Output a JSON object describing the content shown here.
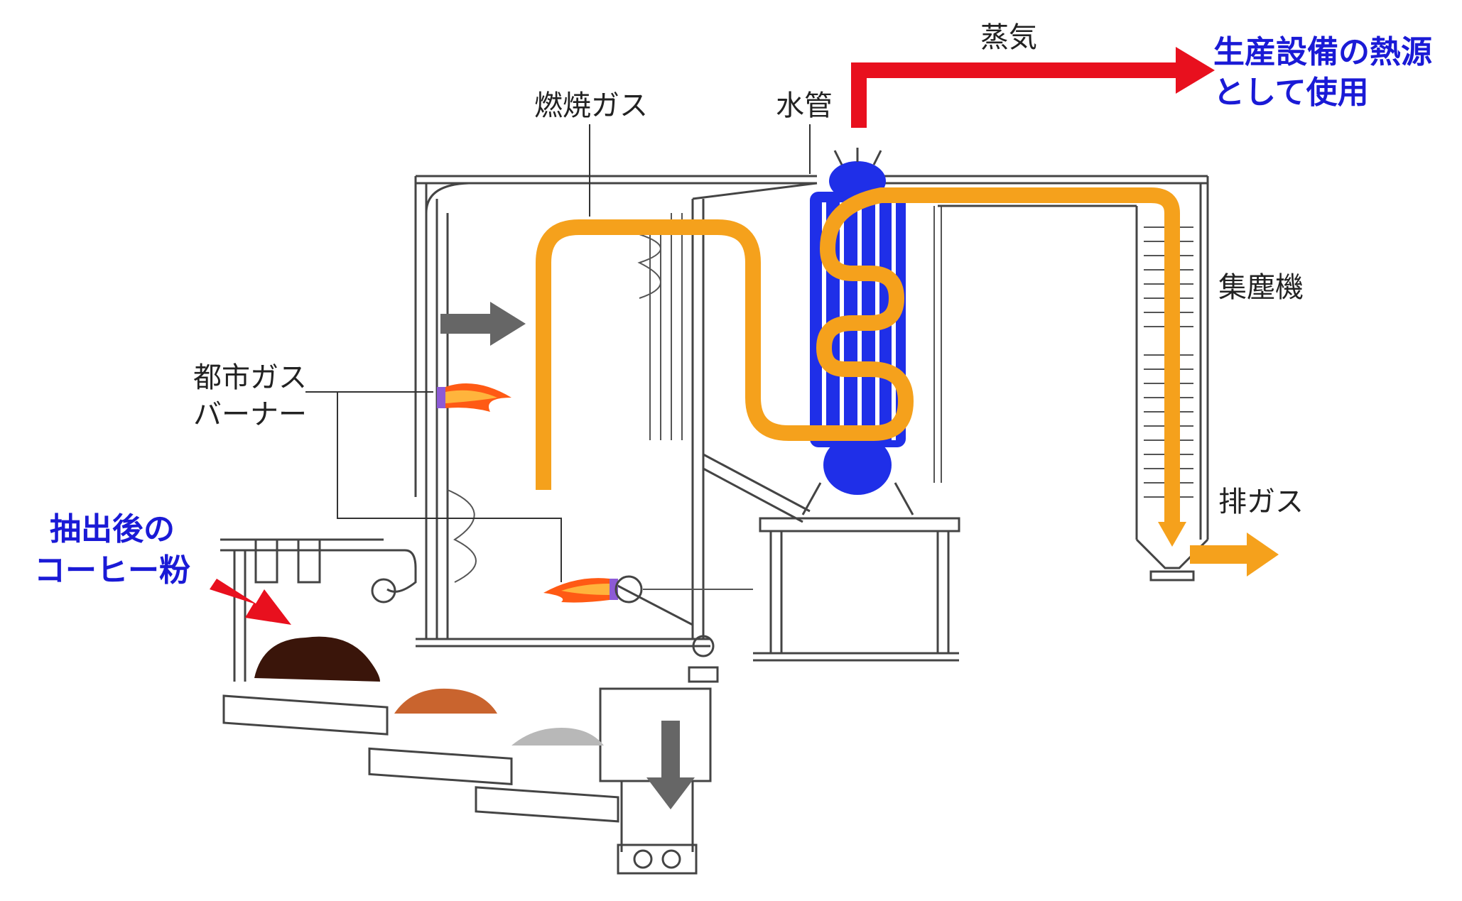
{
  "labels": {
    "steam": "蒸気",
    "use_line1": "生産設備の熱源",
    "use_line2": "として使用",
    "combustion_gas": "燃焼ガス",
    "water_tube": "水管",
    "dust_collector": "集塵機",
    "burner_line1": "都市ガス",
    "burner_line2": "バーナー",
    "exhaust": "排ガス",
    "coffee_line1": "抽出後の",
    "coffee_line2": "コーヒー粉"
  },
  "colors": {
    "steam_arrow": "#e8101e",
    "gas_path": "#f5a11c",
    "water_tube": "#1f2fe8",
    "flow_arrow": "#666666",
    "coffee_dark": "#3a150a",
    "coffee_mid": "#c9642e",
    "coffee_ash": "#b8b8b8",
    "highlight_text": "#1a1ad6"
  },
  "icons": {
    "flame": "burner-flame-icon",
    "arrow": "flow-arrow-icon"
  }
}
